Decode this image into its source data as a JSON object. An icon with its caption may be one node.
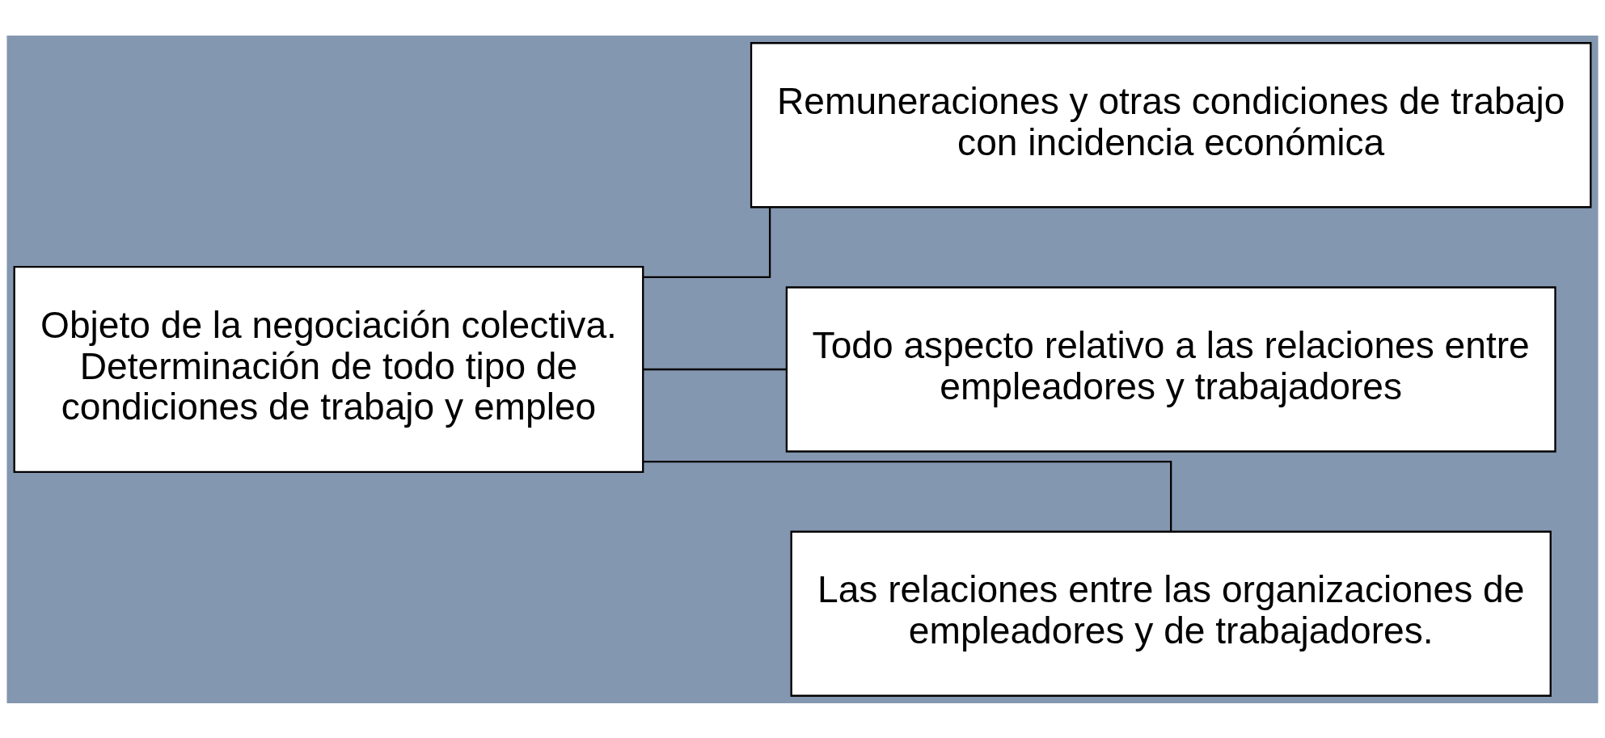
{
  "diagram": {
    "nodes": [
      {
        "text": [
          "Objeto de la negociación colectiva. Determinación de todo tipo de condiciones de trabajo y empleo"
        ]
      },
      {
        "text": [
          "Remuneraciones y otras condiciones de trabajo con incidencia económica"
        ]
      },
      {
        "text": [
          "Todo aspecto relativo a las relaciones entre empleadores y trabajadores"
        ]
      },
      {
        "text": [
          "Las relaciones entre las organizaciones de empleadores y de trabajadores."
        ]
      }
    ],
    "edges": [
      {
        "from": 0,
        "to": 1,
        "arrow": "none"
      },
      {
        "from": 0,
        "to": 2,
        "arrow": "none"
      },
      {
        "from": 0,
        "to": 3,
        "arrow": "none"
      }
    ]
  }
}
